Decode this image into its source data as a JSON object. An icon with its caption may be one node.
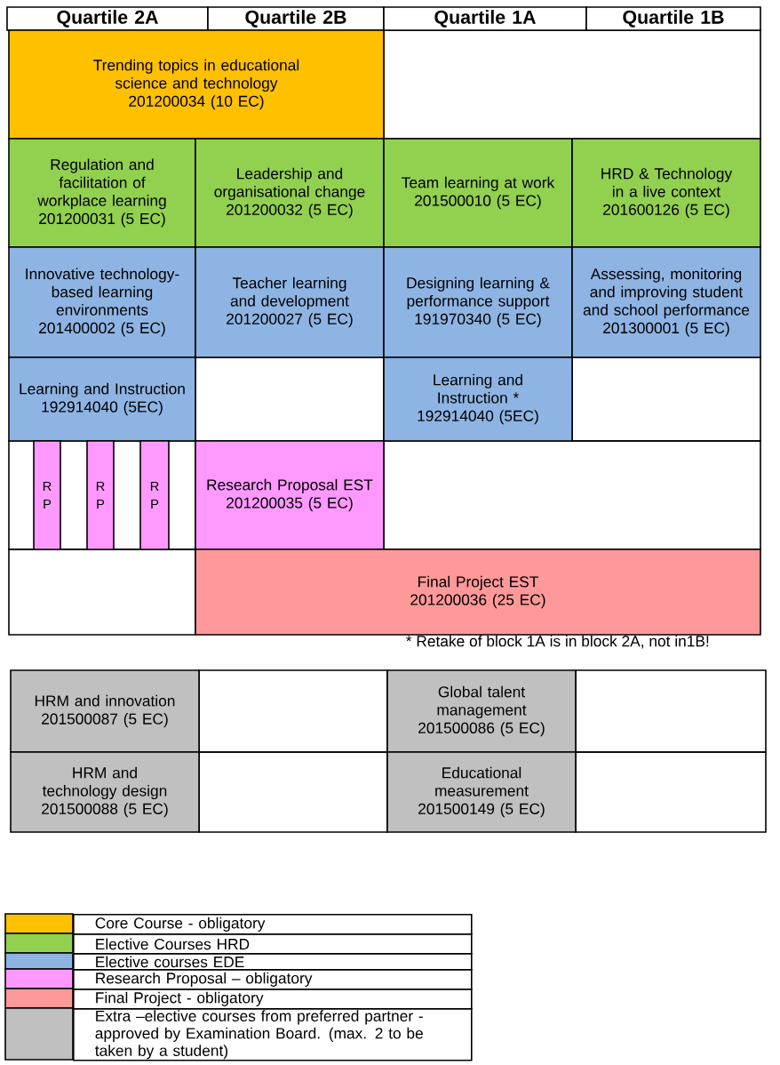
{
  "diagram": {
    "nodes": [
      {
        "text": [
          "Quartile 2A"
        ]
      },
      {
        "text": [
          "Quartile 2B"
        ]
      },
      {
        "text": [
          "Quartile 1A"
        ]
      },
      {
        "text": [
          "Quartile 1B"
        ]
      },
      {
        "text": [
          "Trending topics in educational science and technology",
          "201200034 (10 EC)"
        ]
      },
      {
        "text": [
          "Regulation and facilitation of workplace learning",
          "201200031 (5 EC)"
        ]
      },
      {
        "text": [
          "Leadership and organisational change",
          "201200032 (5 EC)"
        ]
      },
      {
        "text": [
          "Team learning at work",
          "201500010  (5 EC)"
        ]
      },
      {
        "text": [
          "HRD & Technology in a live context",
          "201600126 (5 EC)"
        ]
      },
      {
        "text": [
          "Innovative technology-based learning environments",
          "201400002 (5 EC)"
        ]
      },
      {
        "text": [
          "Teacher learning and development",
          "201200027 (5 EC)"
        ]
      },
      {
        "text": [
          "Designing learning & performance support",
          "191970340 (5 EC)"
        ]
      },
      {
        "text": [
          "Assessing, monitoring and improving student and school performance",
          "201300001 (5 EC)"
        ]
      },
      {
        "text": [
          "Learning and Instruction",
          "192914040 (5EC)"
        ]
      },
      {
        "text": [
          "Learning and Instruction  *",
          "192914040 (5EC)"
        ]
      },
      {
        "text": [
          "R P"
        ]
      },
      {
        "text": [
          "R P"
        ]
      },
      {
        "text": [
          "R P"
        ]
      },
      {
        "text": [
          "Research Proposal EST",
          "201200035 (5 EC)"
        ]
      },
      {
        "text": [
          "Final Project EST",
          "201200036  (25 EC)"
        ]
      },
      {
        "text": [
          "HRM and innovation",
          "201500087 (5 EC)"
        ]
      },
      {
        "text": [
          "Global talent management",
          "201500086 (5 EC)"
        ]
      },
      {
        "text": [
          "HRM and technology design",
          "201500088 (5 EC)"
        ]
      },
      {
        "text": [
          "Educational measurement",
          "201500149 (5 EC)"
        ]
      }
    ],
    "labels": [
      "*  Retake of block 1A is in block 2A, not in1B!"
    ],
    "legend": [
      {
        "text": "Core Course - obligatory",
        "color": "#ffc000"
      },
      {
        "text": "Elective Courses HRD",
        "color": "#92d050"
      },
      {
        "text": "Elective courses EDE",
        "color": "#8eb4e3"
      },
      {
        "text": "Research Proposal – obligatory",
        "color": "#ff99ff"
      },
      {
        "text": "Final Project - obligatory",
        "color": "#ff9999"
      },
      {
        "text": "Extra –elective courses from preferred partner - approved by Examination Board. (max. 2 to be taken by a student)",
        "color": "#c0c0c0"
      }
    ]
  }
}
